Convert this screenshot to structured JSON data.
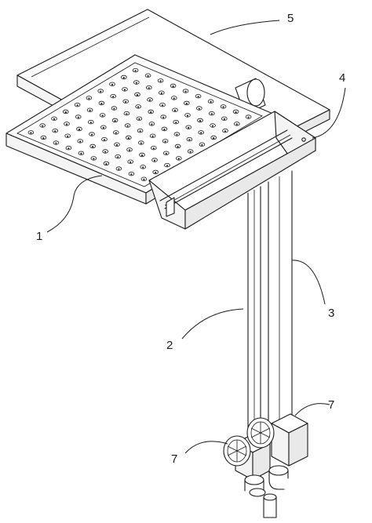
{
  "labels": {
    "l1": "1",
    "l2": "2",
    "l3": "3",
    "l4": "4",
    "l5": "5",
    "l7a": "7",
    "l7b": "7"
  },
  "colors": {
    "ink": "#1a1a1a",
    "paper": "#ffffff"
  }
}
